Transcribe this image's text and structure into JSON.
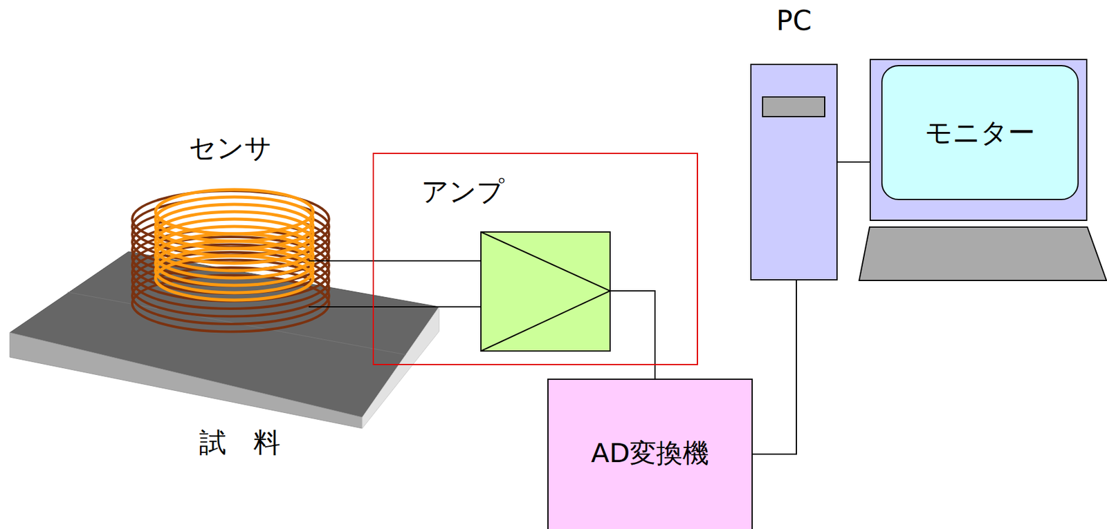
{
  "diagram": {
    "nodes": [
      {
        "text": [
          "センサ"
        ]
      },
      {
        "text": [
          "試　料"
        ]
      },
      {
        "text": [
          "アンプ"
        ]
      },
      {
        "text": [
          "AD変換機"
        ]
      },
      {
        "text": [
          "PC"
        ]
      },
      {
        "text": [
          "モニター"
        ]
      }
    ],
    "edges": [
      {
        "from": 0,
        "to": 2,
        "arrow": "none"
      },
      {
        "from": 0,
        "to": 2,
        "arrow": "none"
      },
      {
        "from": 2,
        "to": 3,
        "arrow": "none"
      },
      {
        "from": 3,
        "to": 4,
        "arrow": "none"
      },
      {
        "from": 4,
        "to": 5,
        "arrow": "none"
      }
    ]
  }
}
